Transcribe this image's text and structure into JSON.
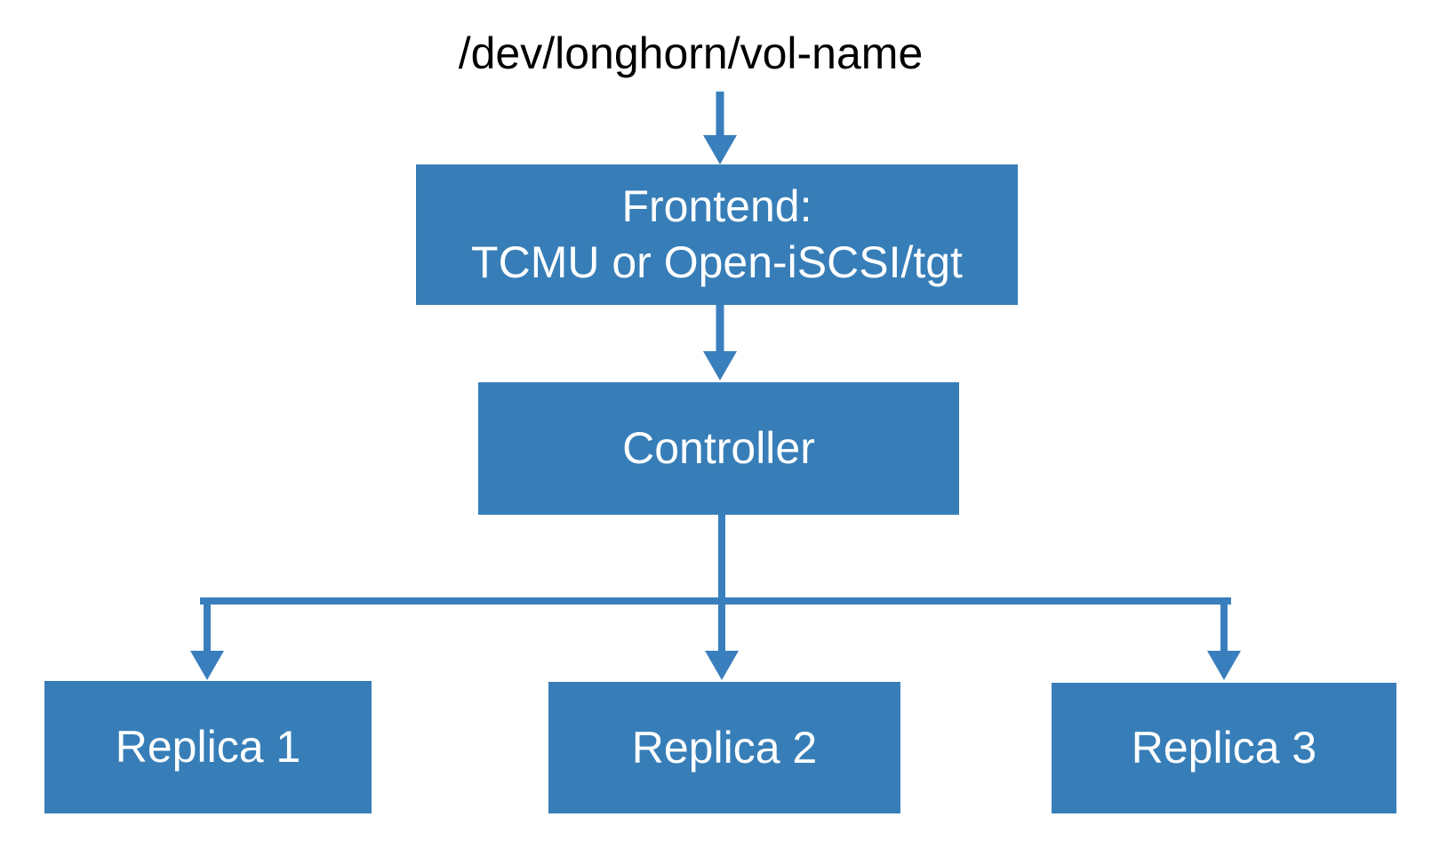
{
  "diagram": {
    "title": "/dev/longhorn/vol-name",
    "nodes": {
      "frontend": {
        "id": "frontend",
        "label_line1": "Frontend:",
        "label_line2": "TCMU or Open-iSCSI/tgt"
      },
      "controller": {
        "id": "controller",
        "label": "Controller"
      },
      "replica1": {
        "id": "replica1",
        "label": "Replica 1"
      },
      "replica2": {
        "id": "replica2",
        "label": "Replica 2"
      },
      "replica3": {
        "id": "replica3",
        "label": "Replica 3"
      }
    },
    "edges": [
      {
        "from": "/dev/longhorn/vol-name",
        "to": "frontend",
        "style": "arrow"
      },
      {
        "from": "frontend",
        "to": "controller",
        "style": "arrow"
      },
      {
        "from": "controller",
        "to": "replica1",
        "style": "arrow"
      },
      {
        "from": "controller",
        "to": "replica2",
        "style": "arrow"
      },
      {
        "from": "controller",
        "to": "replica3",
        "style": "arrow"
      }
    ],
    "colors": {
      "node_fill": "#377eb8",
      "connector": "#3a7fbd",
      "node_text": "#ffffff",
      "title_text": "#000000",
      "background": "#ffffff"
    }
  }
}
